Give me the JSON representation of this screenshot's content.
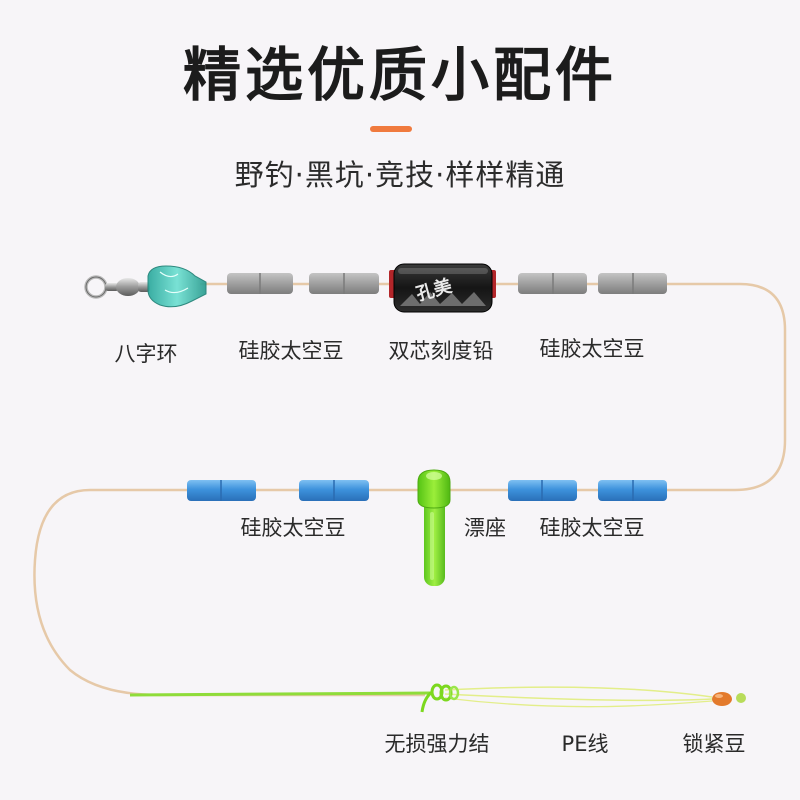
{
  "header": {
    "title": "精选优质小配件",
    "subtitle": "野钓·黑坑·竞技·样样精通"
  },
  "labels": {
    "swivel": "八字环",
    "beads_top_left": "硅胶太空豆",
    "lead": "双芯刻度铅",
    "beads_top_right": "硅胶太空豆",
    "beads_mid_left": "硅胶太空豆",
    "float_seat": "漂座",
    "beads_mid_right": "硅胶太空豆",
    "knot": "无损强力结",
    "pe_line": "PE线",
    "lock_bead": "锁紧豆"
  },
  "lead_marking": "孔美",
  "colors": {
    "line": "#e6c9a8",
    "gray_bead": "#9e9e9e",
    "blue_bead": "#3d92dc",
    "green": "#7cd81e",
    "accent": "#f07a3e",
    "lock_bead": "#e37a2c"
  }
}
